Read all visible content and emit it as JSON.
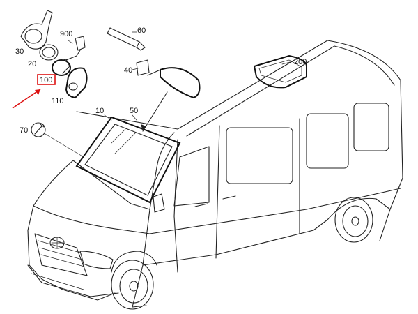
{
  "part_labels": {
    "p30": "30",
    "p20": "20",
    "p900": "900",
    "p60": "60",
    "p40": "40",
    "p100": "100",
    "p110": "110",
    "p200": "200",
    "p10": "10",
    "p50": "50",
    "p70": "70"
  },
  "highlight": {
    "color": "#dd1111",
    "part": "100"
  }
}
